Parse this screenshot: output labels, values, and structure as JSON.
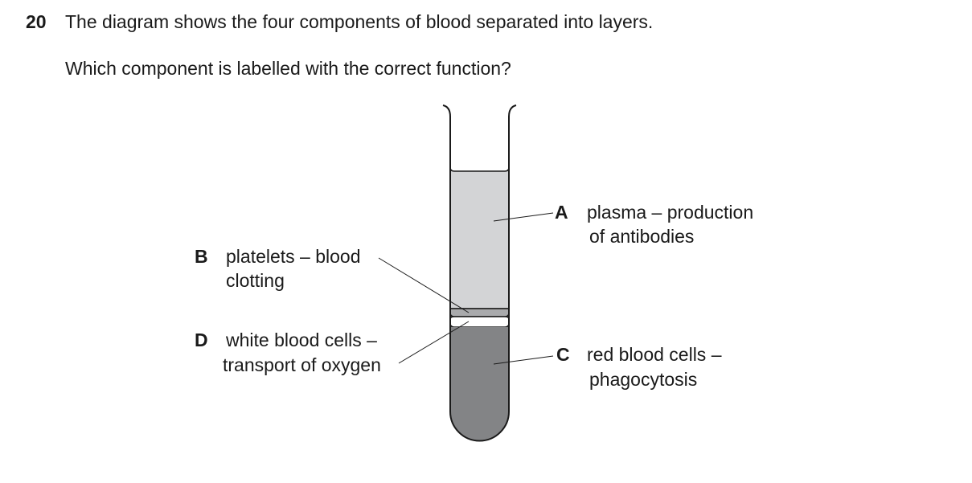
{
  "question": {
    "number": "20",
    "stem": "The diagram shows the four components of blood separated into layers.",
    "prompt": "Which component is labelled with the correct function?"
  },
  "labels": {
    "A": {
      "letter": "A",
      "line1": "plasma – production",
      "line2": "of antibodies"
    },
    "B": {
      "letter": "B",
      "line1": "platelets – blood",
      "line2": "clotting"
    },
    "C": {
      "letter": "C",
      "line1": "red blood cells –",
      "line2": "phagocytosis"
    },
    "D": {
      "letter": "D",
      "line1": "white blood cells –",
      "line2": "transport of oxygen"
    }
  },
  "colors": {
    "plasma": "#d3d4d6",
    "platelets": "#a9aaac",
    "white_cells": "#ffffff",
    "red_cells": "#838486",
    "outline": "#1a1a1a"
  }
}
